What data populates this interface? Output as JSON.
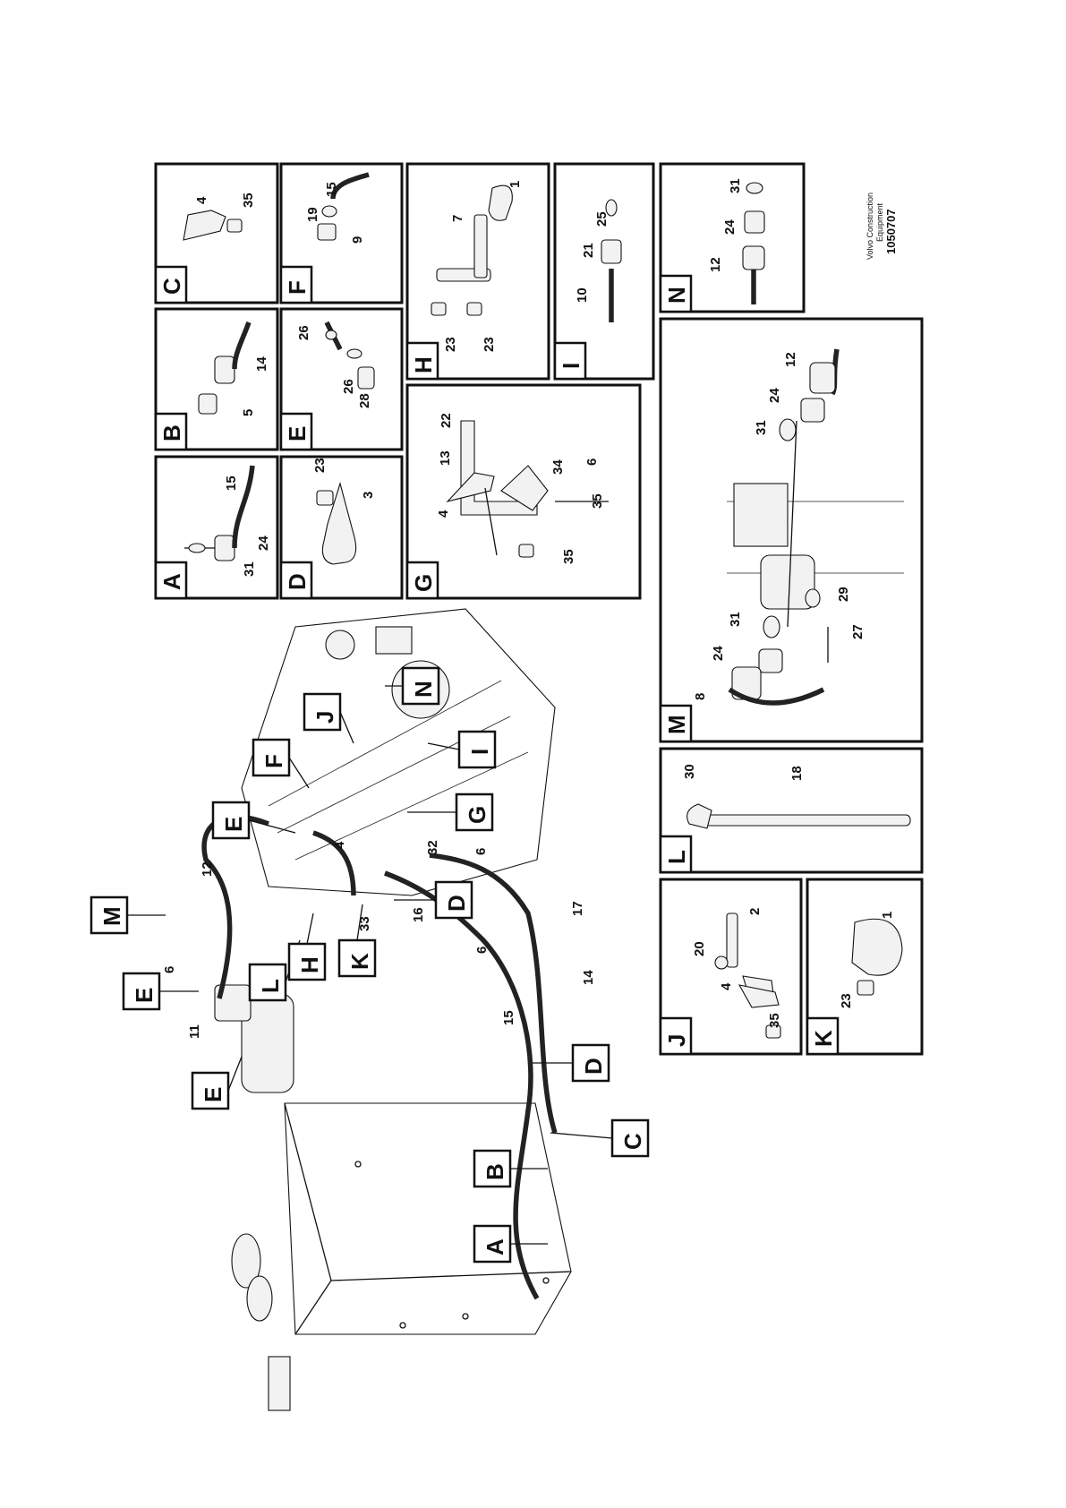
{
  "credit": {
    "company": "Volvo Construction Equipment",
    "company_line1": "Volvo Construction",
    "company_line2": "Equipment",
    "drawing_number": "1050707"
  },
  "detail_panels": [
    {
      "letter": "A",
      "callouts": [
        "31",
        "24",
        "15"
      ]
    },
    {
      "letter": "B",
      "callouts": [
        "5",
        "14"
      ]
    },
    {
      "letter": "C",
      "callouts": [
        "4",
        "35"
      ]
    },
    {
      "letter": "D",
      "callouts": [
        "23",
        "3"
      ]
    },
    {
      "letter": "E",
      "callouts": [
        "28",
        "26",
        "26"
      ]
    },
    {
      "letter": "F",
      "callouts": [
        "9",
        "19",
        "15"
      ]
    },
    {
      "letter": "G",
      "callouts": [
        "35",
        "4",
        "13",
        "22",
        "35",
        "34",
        "6"
      ]
    },
    {
      "letter": "H",
      "callouts": [
        "23",
        "23",
        "7",
        "1"
      ]
    },
    {
      "letter": "I",
      "callouts": [
        "10",
        "21",
        "25"
      ]
    },
    {
      "letter": "N",
      "callouts": [
        "12",
        "24",
        "31"
      ]
    },
    {
      "letter": "M",
      "callouts": [
        "8",
        "24",
        "31",
        "27",
        "29",
        "31",
        "24",
        "12"
      ]
    },
    {
      "letter": "L",
      "callouts": [
        "30",
        "18"
      ]
    },
    {
      "letter": "J",
      "callouts": [
        "35",
        "4",
        "20",
        "2"
      ]
    },
    {
      "letter": "K",
      "callouts": [
        "23",
        "1"
      ]
    }
  ],
  "main_view": {
    "reference_letters": [
      "M",
      "E",
      "E",
      "L",
      "H",
      "K",
      "D",
      "G",
      "I",
      "N",
      "J",
      "F",
      "E",
      "D",
      "C",
      "B",
      "A"
    ],
    "part_callouts": [
      "6",
      "11",
      "12",
      "33",
      "16",
      "6",
      "17",
      "14",
      "15",
      "32",
      "6",
      "4"
    ]
  }
}
